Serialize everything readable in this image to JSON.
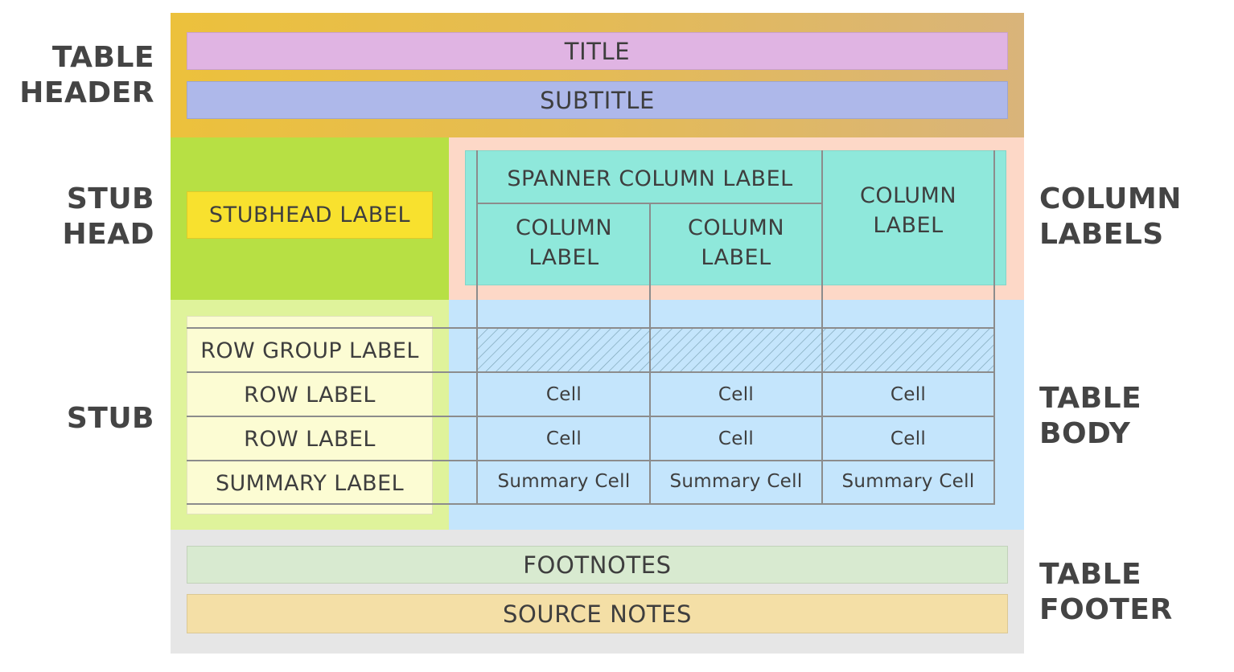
{
  "side_labels": {
    "table_header": [
      "TABLE",
      "HEADER"
    ],
    "stub_head": [
      "STUB",
      "HEAD"
    ],
    "stub": [
      "STUB"
    ],
    "column_labels": [
      "COLUMN",
      "LABELS"
    ],
    "table_body": [
      "TABLE",
      "BODY"
    ],
    "table_footer": [
      "TABLE",
      "FOOTER"
    ]
  },
  "header": {
    "title": "TITLE",
    "subtitle": "SUBTITLE"
  },
  "stubhead": {
    "label": "STUBHEAD LABEL"
  },
  "column_labels": {
    "spanner": "SPANNER COLUMN LABEL",
    "col1": [
      "COLUMN",
      "LABEL"
    ],
    "col2": [
      "COLUMN",
      "LABEL"
    ],
    "col3": [
      "COLUMN",
      "LABEL"
    ]
  },
  "stub_rows": [
    "ROW GROUP LABEL",
    "ROW LABEL",
    "ROW LABEL",
    "SUMMARY LABEL"
  ],
  "body_rows": [
    [
      "Cell",
      "Cell",
      "Cell"
    ],
    [
      "Cell",
      "Cell",
      "Cell"
    ],
    [
      "Summary Cell",
      "Summary Cell",
      "Summary Cell"
    ]
  ],
  "footer": {
    "footnotes": "FOOTNOTES",
    "source_notes": "SOURCE NOTES"
  },
  "colors": {
    "header_gradient_start": "#ecc13c",
    "header_gradient_end": "#d9b47a",
    "title": "#e0b4e3",
    "subtitle": "#aeb8ea",
    "stubhead_region": "#b7e044",
    "stubhead_label": "#f8e12e",
    "column_labels_region": "#fdd8c7",
    "column_labels_box": "#8fe8db",
    "stub_region": "#dff39b",
    "stub_box": "#fcfcd3",
    "body_region": "#c4e5fc",
    "footer_region": "#e6e6e6",
    "footnotes": "#d8ead0",
    "source_notes": "#f4dfa6"
  }
}
